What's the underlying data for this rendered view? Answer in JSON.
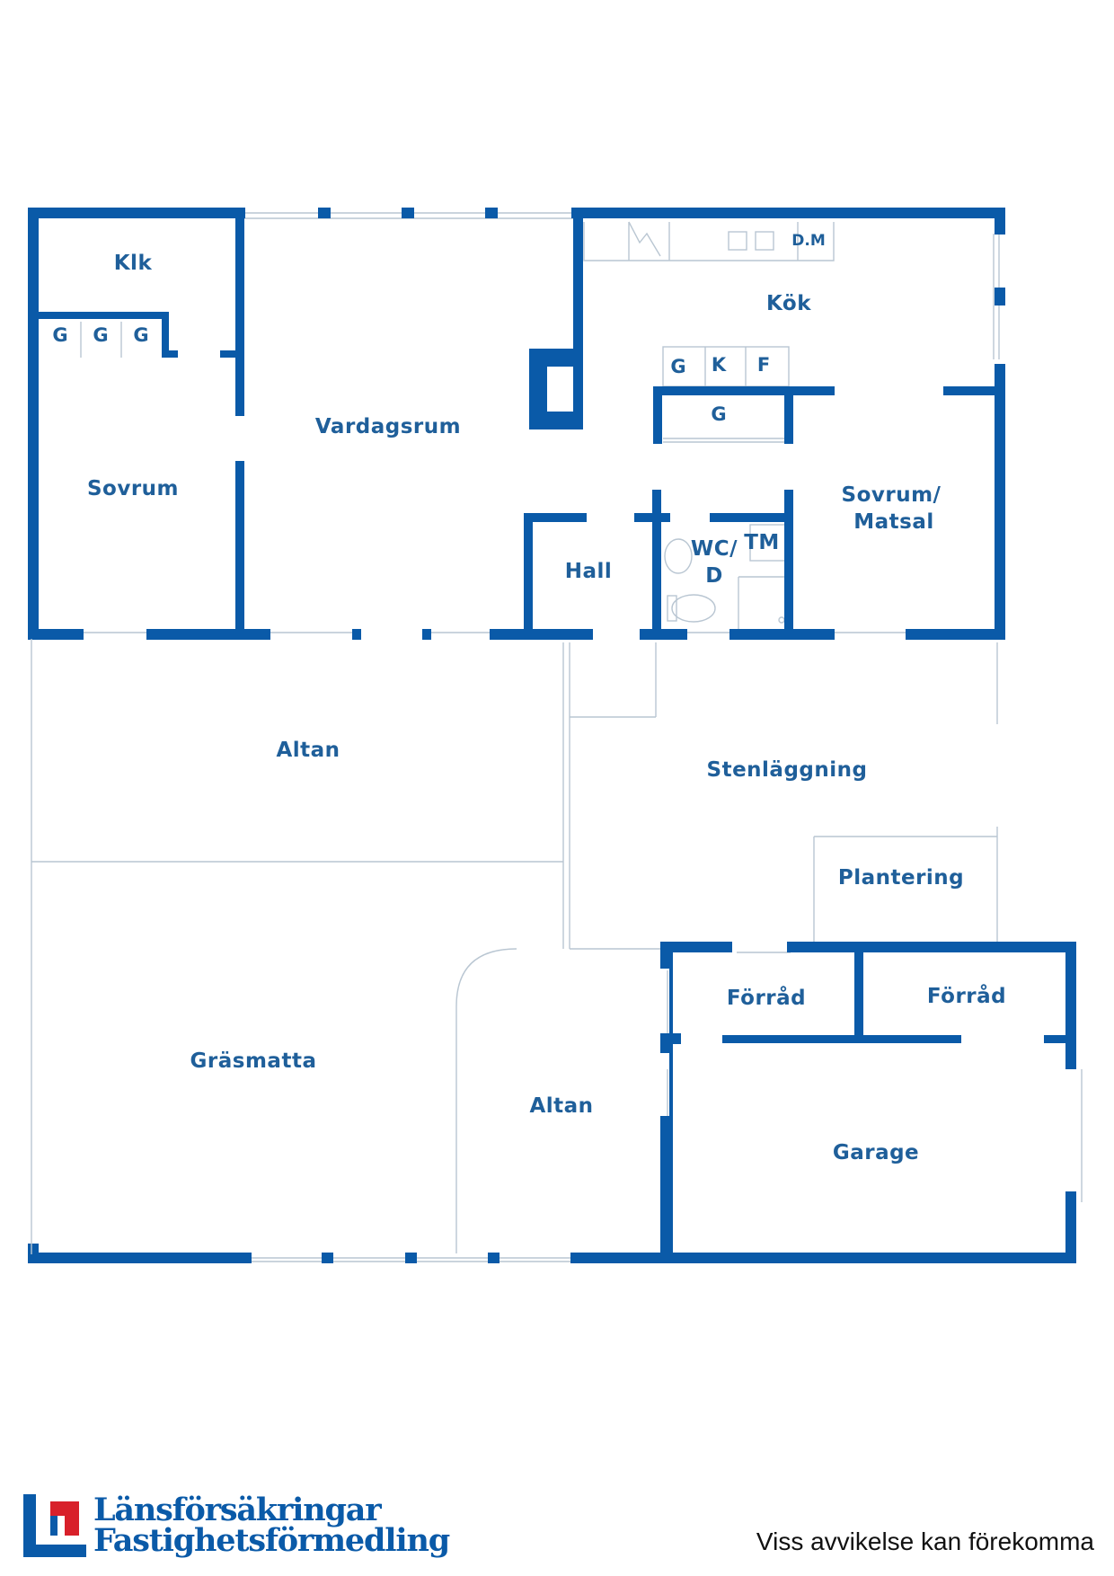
{
  "colors": {
    "wall": "#0a5aa8",
    "label": "#1f5f9a",
    "thin_line": "#b9c6d2",
    "logo_red": "#d8202a"
  },
  "rooms": {
    "klk": "Klk",
    "sovrum": "Sovrum",
    "vardagsrum": "Vardagsrum",
    "kok": "Kök",
    "sovrum_matsal_1": "Sovrum/",
    "sovrum_matsal_2": "Matsal",
    "hall": "Hall",
    "wc_1": "WC/",
    "wc_2": "D",
    "tm": "TM",
    "altan_north": "Altan",
    "stenlaggning": "Stenläggning",
    "plantering": "Plantering",
    "grasmatta": "Gräsmatta",
    "altan_south": "Altan",
    "forrad_left": "Förråd",
    "forrad_right": "Förråd",
    "garage": "Garage"
  },
  "fixtures": {
    "g1": "G",
    "g2": "G",
    "g3": "G",
    "kitchen_g": "G",
    "kitchen_k": "K",
    "kitchen_f": "F",
    "kitchen_g_lower": "G",
    "dm": "D.M"
  },
  "logo": {
    "line1": "Länsförsäkringar",
    "line2": "Fastighetsförmedling",
    "icon": "lansforsakringar-logo-mark"
  },
  "footer": {
    "disclaimer": "Viss avvikelse kan förekomma"
  }
}
